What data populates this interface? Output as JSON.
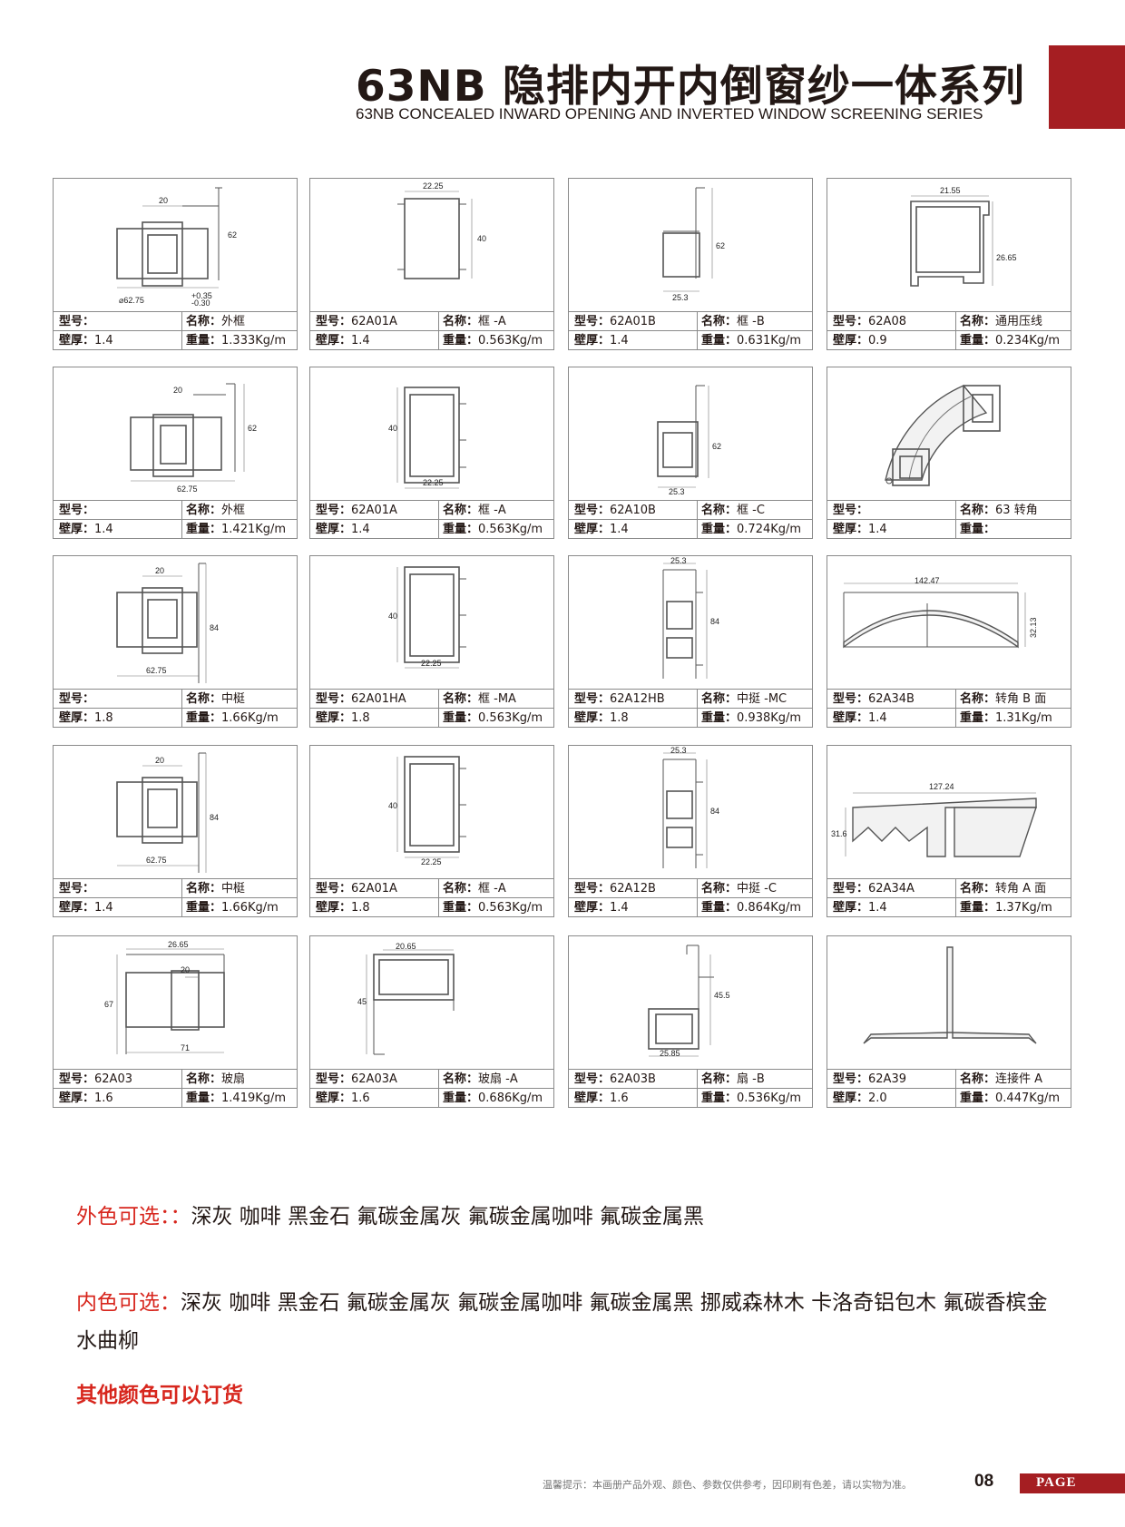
{
  "header": {
    "title": "63NB 隐排内开内倒窗纱一体系列",
    "subtitle": "63NB CONCEALED INWARD OPENING AND INVERTED WINDOW SCREENING SERIES"
  },
  "labels": {
    "model": "型号：",
    "name": "名称：",
    "thickness": "壁厚：",
    "weight": "重量："
  },
  "profiles": [
    {
      "model": "",
      "name": "外框",
      "thickness": "1.4",
      "weight": "1.333Kg/m",
      "dims": [
        "20",
        "62",
        "⌀62.75",
        "+0.35",
        "-0.30"
      ]
    },
    {
      "model": "62A01A",
      "name": "框 -A",
      "thickness": "1.4",
      "weight": "0.563Kg/m",
      "dims": [
        "22.25",
        "40"
      ]
    },
    {
      "model": "62A01B",
      "name": "框 -B",
      "thickness": "1.4",
      "weight": "0.631Kg/m",
      "dims": [
        "62",
        "25.3"
      ]
    },
    {
      "model": "62A08",
      "name": "通用压线",
      "thickness": "0.9",
      "weight": "0.234Kg/m",
      "dims": [
        "21.55",
        "26.65"
      ]
    },
    {
      "model": "",
      "name": "外框",
      "thickness": "1.4",
      "weight": "1.421Kg/m",
      "dims": [
        "20",
        "62",
        "62.75"
      ]
    },
    {
      "model": "62A01A",
      "name": "框 -A",
      "thickness": "1.4",
      "weight": "0.563Kg/m",
      "dims": [
        "40",
        "22.25"
      ]
    },
    {
      "model": "62A10B",
      "name": "框 -C",
      "thickness": "1.4",
      "weight": "0.724Kg/m",
      "dims": [
        "62",
        "25.3"
      ]
    },
    {
      "model": "",
      "name": "63 转角",
      "thickness": "1.4",
      "weight": "",
      "dims": []
    },
    {
      "model": "",
      "name": "中梃",
      "thickness": "1.8",
      "weight": "1.66Kg/m",
      "dims": [
        "20",
        "84",
        "62.75"
      ]
    },
    {
      "model": "62A01HA",
      "name": "框 -MA",
      "thickness": "1.8",
      "weight": "0.563Kg/m",
      "dims": [
        "40",
        "22.25"
      ]
    },
    {
      "model": "62A12HB",
      "name": "中挺 -MC",
      "thickness": "1.8",
      "weight": "0.938Kg/m",
      "dims": [
        "25.3",
        "84"
      ]
    },
    {
      "model": "62A34B",
      "name": "转角 B 面",
      "thickness": "1.4",
      "weight": "1.31Kg/m",
      "dims": [
        "142.47",
        "32.13"
      ]
    },
    {
      "model": "",
      "name": "中梃",
      "thickness": "1.4",
      "weight": "1.66Kg/m",
      "dims": [
        "20",
        "84",
        "62.75"
      ]
    },
    {
      "model": "62A01A",
      "name": "框 -A",
      "thickness": "1.8",
      "weight": "0.563Kg/m",
      "dims": [
        "40",
        "22.25"
      ]
    },
    {
      "model": "62A12B",
      "name": "中挺 -C",
      "thickness": "1.4",
      "weight": "0.864Kg/m",
      "dims": [
        "25.3",
        "84"
      ]
    },
    {
      "model": "62A34A",
      "name": "转角 A 面",
      "thickness": "1.4",
      "weight": "1.37Kg/m",
      "dims": [
        "127.24",
        "31.6"
      ]
    },
    {
      "model": "62A03",
      "name": "玻扇",
      "thickness": "1.6",
      "weight": "1.419Kg/m",
      "dims": [
        "26.65",
        "20",
        "67",
        "71"
      ]
    },
    {
      "model": "62A03A",
      "name": "玻扇 -A",
      "thickness": "1.6",
      "weight": "0.686Kg/m",
      "dims": [
        "20.65",
        "45"
      ]
    },
    {
      "model": "62A03B",
      "name": "扇 -B",
      "thickness": "1.6",
      "weight": "0.536Kg/m",
      "dims": [
        "45.5",
        "25.85"
      ]
    },
    {
      "model": "62A39",
      "name": "连接件 A",
      "thickness": "2.0",
      "weight": "0.447Kg/m",
      "dims": []
    }
  ],
  "colors": {
    "outer_label": "外色可选：：",
    "outer_values": "深灰 咖啡 黑金石 氟碳金属灰 氟碳金属咖啡 氟碳金属黑",
    "inner_label": "内色可选：",
    "inner_values": "深灰 咖啡 黑金石 氟碳金属灰 氟碳金属咖啡 氟碳金属黑 挪威森林木 卡洛奇铝包木 氟碳香槟金 水曲柳",
    "other": "其他颜色可以订货"
  },
  "footer": {
    "note": "温馨提示：本画册产品外观、颜色、参数仅供参考，因印刷有色差，请以实物为准。",
    "page_number": "08",
    "page_label": "PAGE"
  },
  "theme": {
    "accent": "#a51e22",
    "highlight": "#d7261d"
  }
}
